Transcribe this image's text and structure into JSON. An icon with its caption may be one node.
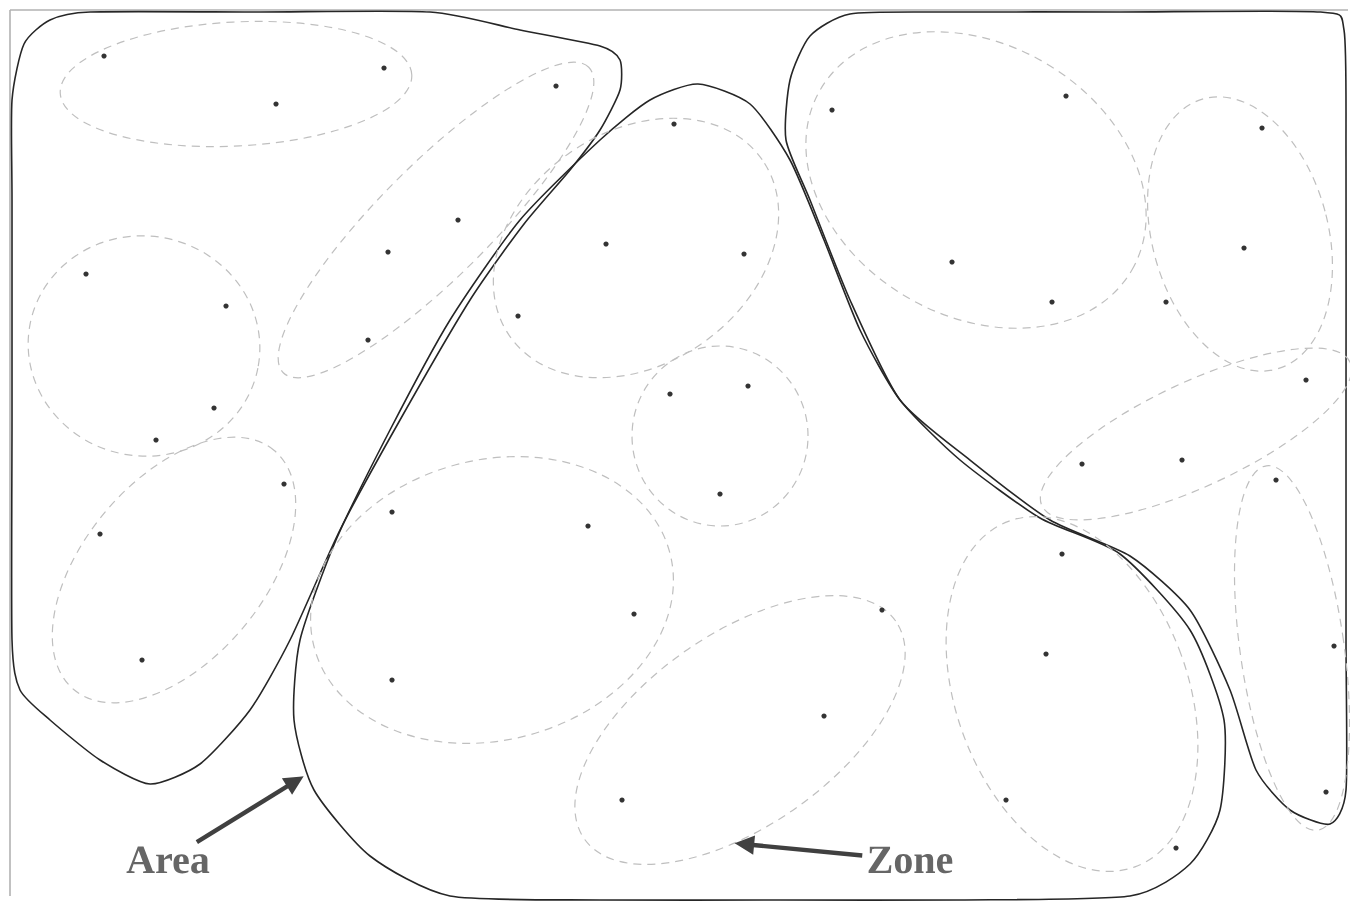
{
  "diagram": {
    "nodes": [
      {
        "text": [
          "Area"
        ]
      },
      {
        "text": [
          "Zone"
        ],
        "in": 2
      },
      {
        "text": [],
        "shape": "cloud"
      },
      {
        "text": [],
        "shape": "ellipse",
        "in": 2
      }
    ],
    "edges": [
      {
        "from": 0,
        "to": 2,
        "arrow": "to"
      },
      {
        "from": 1,
        "to": 3,
        "arrow": "to"
      }
    ]
  }
}
